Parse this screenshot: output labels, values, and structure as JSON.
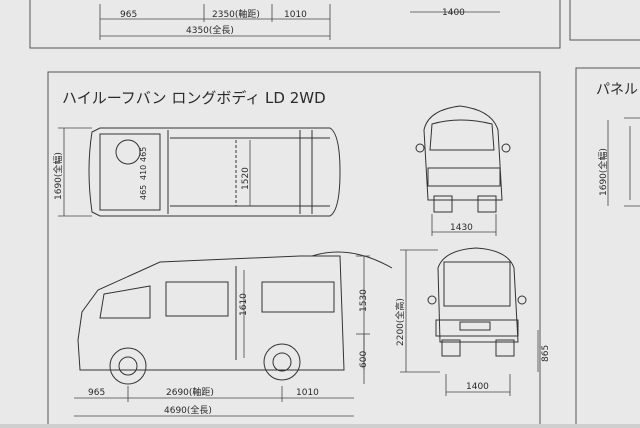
{
  "top_panel": {
    "dim_front_overhang": "965",
    "dim_wheelbase": "2350(軸距)",
    "dim_rear_overhang": "1010",
    "dim_overall_length": "4350(全長)",
    "dim_rear_tread": "1400"
  },
  "main_panel": {
    "title": "ハイルーフバン ロングボディ LD 2WD",
    "top_view": {
      "overall_width": "1690(全幅)",
      "interior_width": "1520",
      "seat_dims": "465",
      "seat_dims_b": "410",
      "seat_dims_c": "465"
    },
    "front_view": {
      "front_tread": "1430"
    },
    "side_view": {
      "cargo_height": "1610",
      "roof_height": "1530",
      "floor_height": "600",
      "front_overhang": "965",
      "wheelbase": "2690(軸距)",
      "rear_overhang": "1010",
      "overall_length": "4690(全長)"
    },
    "rear_view": {
      "overall_height": "2200(全高)",
      "bumper_height": "865",
      "rear_tread": "1400"
    }
  },
  "right_panel": {
    "title": "パネル",
    "overall_width": "1690(全幅)"
  }
}
